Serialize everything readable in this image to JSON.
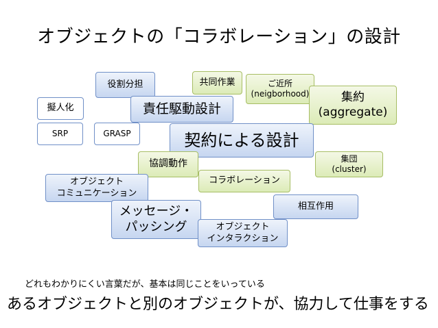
{
  "title": "オブジェクトの「コラボレーション」の設計",
  "boxes": {
    "yakuwari": "役割分担",
    "kyodo": "共同作業",
    "kinjo_1": "ご近所",
    "kinjo_2": "(neigborhood)",
    "shuyaku_1": "集約",
    "shuyaku_2": "(aggregate)",
    "gijinka": "擬人化",
    "sekinin": "責任駆動設計",
    "srp": "SRP",
    "grasp": "GRASP",
    "keiyaku": "契約による設計",
    "shudan_1": "集団",
    "shudan_2": "(cluster)",
    "kyocho": "協調動作",
    "objcomm_1": "オブジェクト",
    "objcomm_2": "コミュニケーション",
    "collab": "コラボレーション",
    "message_1": "メッセージ・",
    "message_2": "パッシング",
    "sogo": "相互作用",
    "objinter_1": "オブジェクト",
    "objinter_2": "インタラクション"
  },
  "note": "どれもわかりにくい言葉だが、基本は同じことをいっている",
  "bottom": "あるオブジェクトと別のオブジェクトが、協力して仕事をする"
}
